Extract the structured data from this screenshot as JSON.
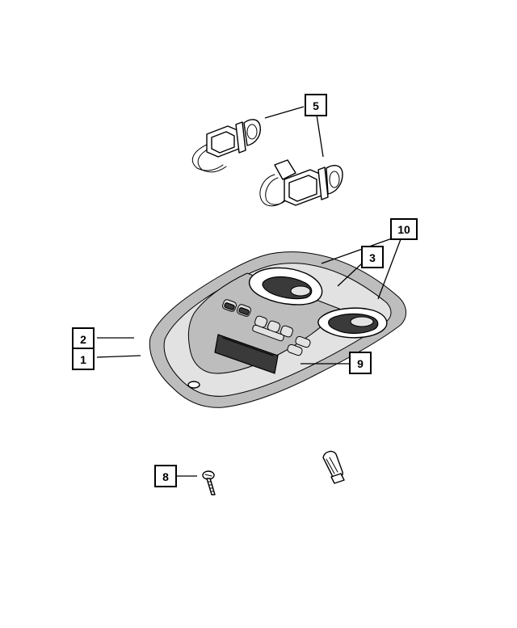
{
  "callouts": [
    {
      "id": "c5",
      "label": "5"
    },
    {
      "id": "c10",
      "label": "10"
    },
    {
      "id": "c3",
      "label": "3"
    },
    {
      "id": "c2",
      "label": "2"
    },
    {
      "id": "c1",
      "label": "1"
    },
    {
      "id": "c9",
      "label": "9"
    },
    {
      "id": "c8",
      "label": "8"
    }
  ]
}
